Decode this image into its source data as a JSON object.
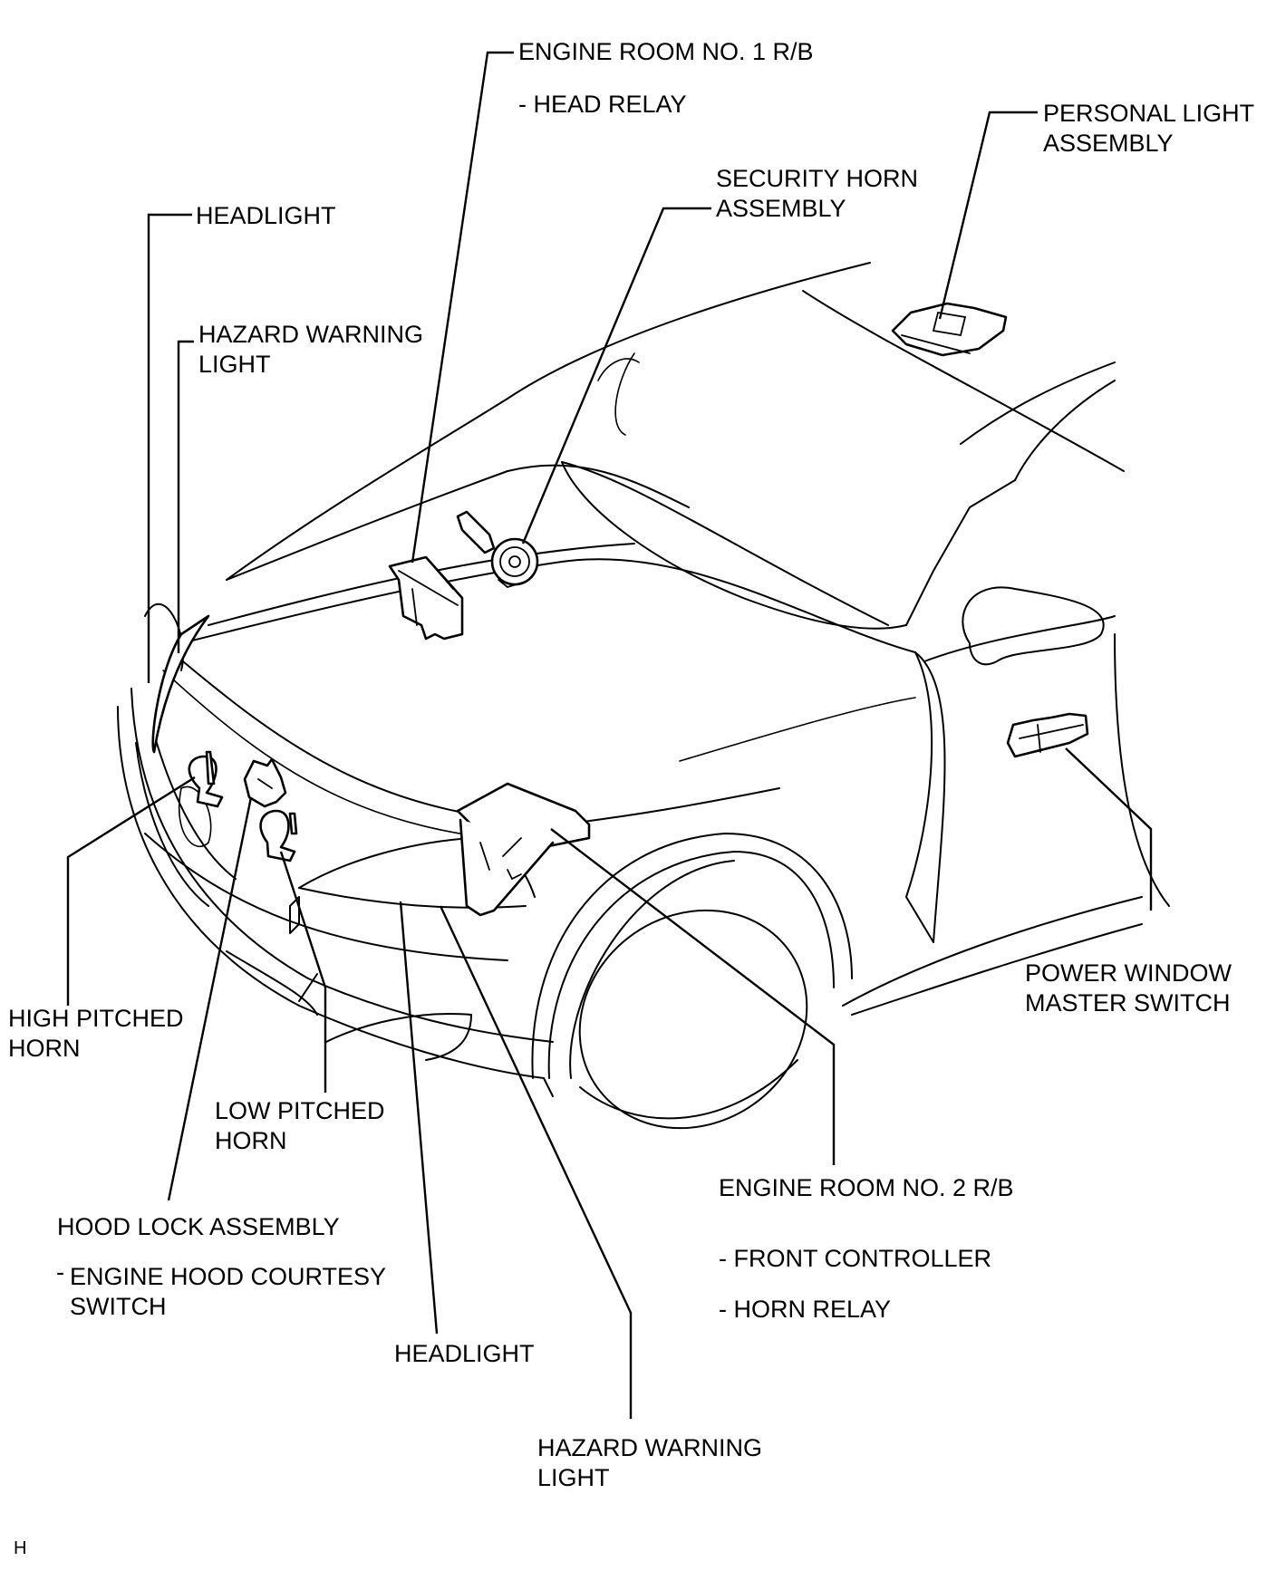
{
  "diagram": {
    "type": "component location illustration",
    "subject": "vehicle front / engine room",
    "footer_code": "H"
  },
  "labels": {
    "engine_room_1": {
      "title": "ENGINE ROOM NO. 1 R/B",
      "sub": [
        "-  HEAD RELAY"
      ]
    },
    "personal_light": {
      "lines": [
        "PERSONAL LIGHT",
        "ASSEMBLY"
      ]
    },
    "security_horn": {
      "lines": [
        "SECURITY HORN",
        "ASSEMBLY"
      ]
    },
    "headlight_top": {
      "lines": [
        "HEADLIGHT"
      ]
    },
    "hazard_top": {
      "lines": [
        "HAZARD WARNING",
        "LIGHT"
      ]
    },
    "high_horn": {
      "lines": [
        "HIGH PITCHED",
        "HORN"
      ]
    },
    "low_horn": {
      "lines": [
        "LOW PITCHED",
        "HORN"
      ]
    },
    "hood_lock": {
      "title": "HOOD LOCK ASSEMBLY",
      "sub_prefix": "-",
      "sub": [
        "ENGINE HOOD COURTESY",
        "SWITCH"
      ]
    },
    "power_window": {
      "lines": [
        "POWER WINDOW",
        "MASTER SWITCH"
      ]
    },
    "engine_room_2": {
      "title": "ENGINE ROOM NO. 2 R/B",
      "sub": [
        "- FRONT CONTROLLER",
        "- HORN RELAY"
      ]
    },
    "headlight_bottom": {
      "lines": [
        "HEADLIGHT"
      ]
    },
    "hazard_bottom": {
      "lines": [
        "HAZARD WARNING",
        "LIGHT"
      ]
    }
  }
}
